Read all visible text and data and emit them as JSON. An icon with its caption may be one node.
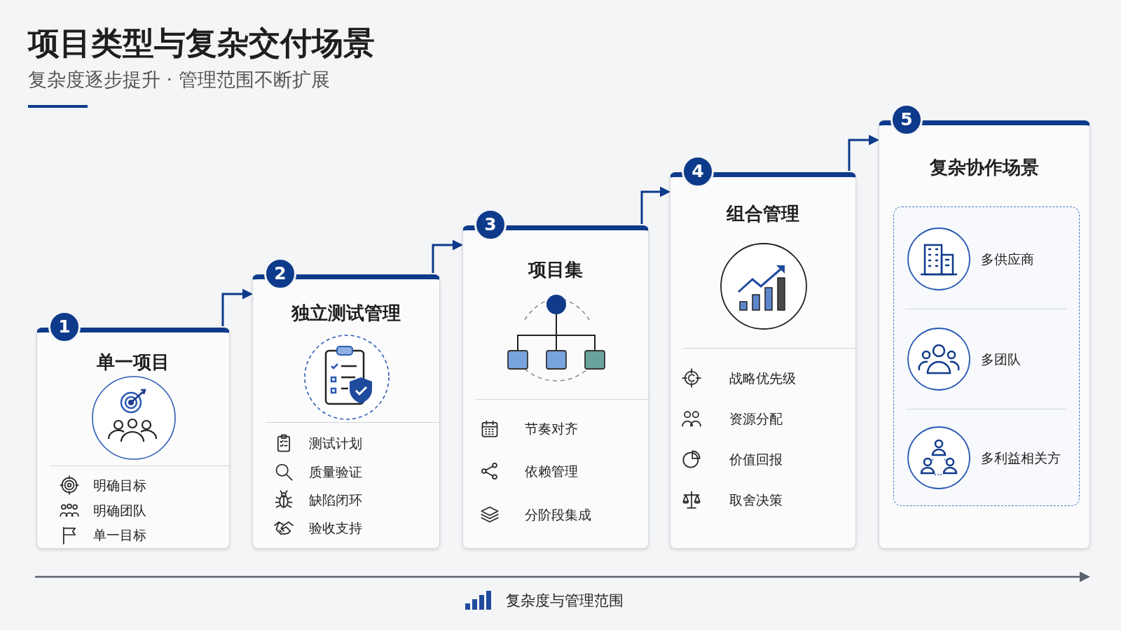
{
  "diagram": {
    "title": "项目类型与复杂交付场景",
    "nodes": [
      {
        "text": [
          "1",
          "单一项目",
          "明确目标",
          "明确团队",
          "单一目标"
        ]
      },
      {
        "text": [
          "2",
          "独立测试管理",
          "测试计划",
          "质量验证",
          "缺陷闭环",
          "验收支持"
        ]
      },
      {
        "text": [
          "3",
          "项目集",
          "节奏对齐",
          "依赖管理",
          "分阶段集成"
        ]
      },
      {
        "text": [
          "4",
          "组合管理",
          "战略优先级",
          "资源分配",
          "价值回报",
          "取舍决策"
        ]
      },
      {
        "text": [
          "5",
          "复杂协作场景"
        ]
      },
      {
        "text": [
          "多供应商",
          "多团队",
          "多利益相关方"
        ],
        "in": 4
      }
    ],
    "edges": [
      {
        "from": 0,
        "to": 1,
        "arrow": "to"
      },
      {
        "from": 1,
        "to": 2,
        "arrow": "to"
      },
      {
        "from": 2,
        "to": 3,
        "arrow": "to"
      },
      {
        "from": 3,
        "to": 4,
        "arrow": "to"
      }
    ],
    "labels": [
      "复杂度逐步提升 · 管理范围不断扩展",
      "复杂度与管理范围"
    ]
  }
}
